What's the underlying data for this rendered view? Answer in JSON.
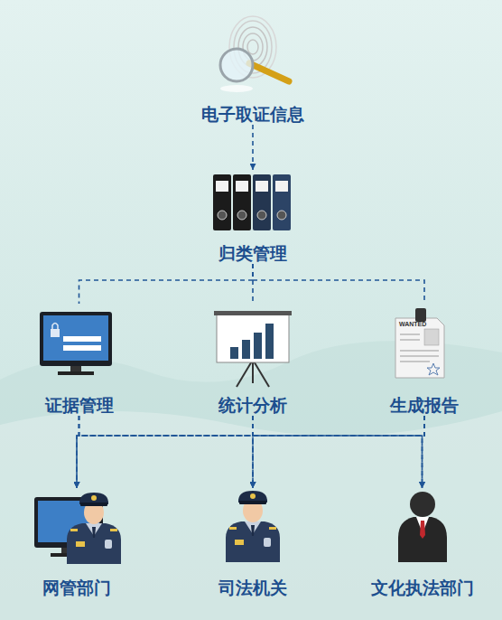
{
  "diagram": {
    "nodes": [
      {
        "text": [
          "电子取证信息"
        ]
      },
      {
        "text": [
          "归类管理"
        ]
      },
      {
        "text": [
          "证据管理"
        ]
      },
      {
        "text": [
          "统计分析"
        ]
      },
      {
        "text": [
          "生成报告"
        ]
      },
      {
        "text": [
          "网管部门"
        ]
      },
      {
        "text": [
          "司法机关"
        ]
      },
      {
        "text": [
          "文化执法部门"
        ]
      }
    ],
    "edges": [
      {
        "from": 0,
        "to": 1,
        "arrow": "to"
      },
      {
        "from": 1,
        "to": 2,
        "arrow": "none"
      },
      {
        "from": 1,
        "to": 3,
        "arrow": "none"
      },
      {
        "from": 1,
        "to": 4,
        "arrow": "none"
      },
      {
        "from": 2,
        "to": 5,
        "arrow": "to"
      },
      {
        "from": 2,
        "to": 6,
        "arrow": "to"
      },
      {
        "from": 2,
        "to": 7,
        "arrow": "to"
      },
      {
        "from": 3,
        "to": 5,
        "arrow": "to"
      },
      {
        "from": 3,
        "to": 6,
        "arrow": "to"
      },
      {
        "from": 3,
        "to": 7,
        "arrow": "to"
      },
      {
        "from": 4,
        "to": 5,
        "arrow": "to"
      },
      {
        "from": 4,
        "to": 6,
        "arrow": "to"
      },
      {
        "from": 4,
        "to": 7,
        "arrow": "to"
      }
    ],
    "labels": [
      "WANTED"
    ]
  }
}
